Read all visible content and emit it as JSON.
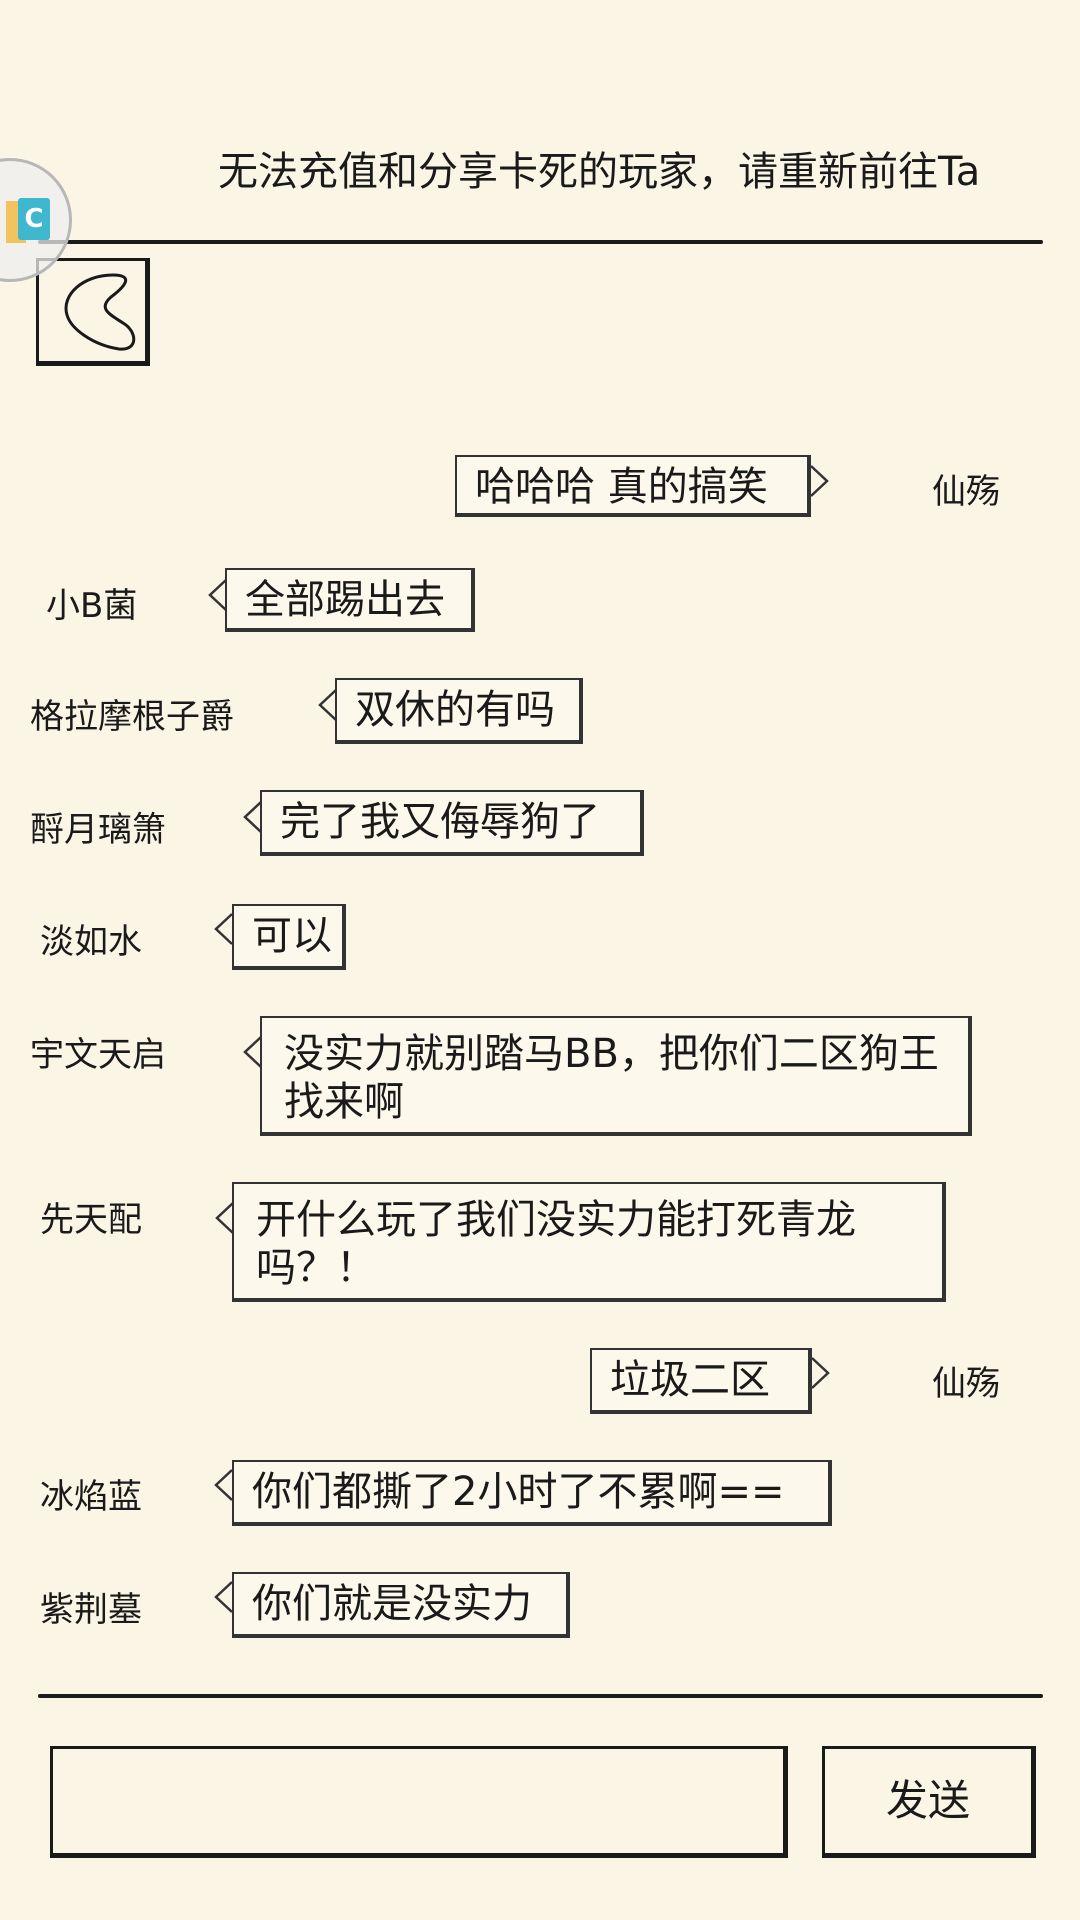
{
  "banner": {
    "text": "无法充值和分享卡死的玩家，请重新前往Ta"
  },
  "back_button": {
    "icon": "heart-back-icon"
  },
  "floating_ball": {
    "icon": "app-logo-icon",
    "logo_letter": "C"
  },
  "messages": [
    {
      "sender": "仙殇",
      "text": "哈哈哈 真的搞笑",
      "side": "right"
    },
    {
      "sender": "小B菌",
      "text": "全部踢出去",
      "side": "left"
    },
    {
      "sender": "格拉摩根子爵",
      "text": "双休的有吗",
      "side": "left"
    },
    {
      "sender": "酹月璃箫",
      "text": "完了我又侮辱狗了",
      "side": "left"
    },
    {
      "sender": "淡如水",
      "text": "可以",
      "side": "left"
    },
    {
      "sender": "宇文天启",
      "text": "没实力就别踏马BB，把你们二区狗王找来啊",
      "side": "left"
    },
    {
      "sender": "先天配",
      "text": "开什么玩了我们没实力能打死青龙吗？！",
      "side": "left"
    },
    {
      "sender": "仙殇",
      "text": "垃圾二区",
      "side": "right"
    },
    {
      "sender": "冰焰蓝",
      "text": "你们都撕了2小时了不累啊==",
      "side": "left"
    },
    {
      "sender": "紫荆墓",
      "text": "你们就是没实力",
      "side": "left"
    }
  ],
  "composer": {
    "input_value": "",
    "send_label": "发送"
  }
}
